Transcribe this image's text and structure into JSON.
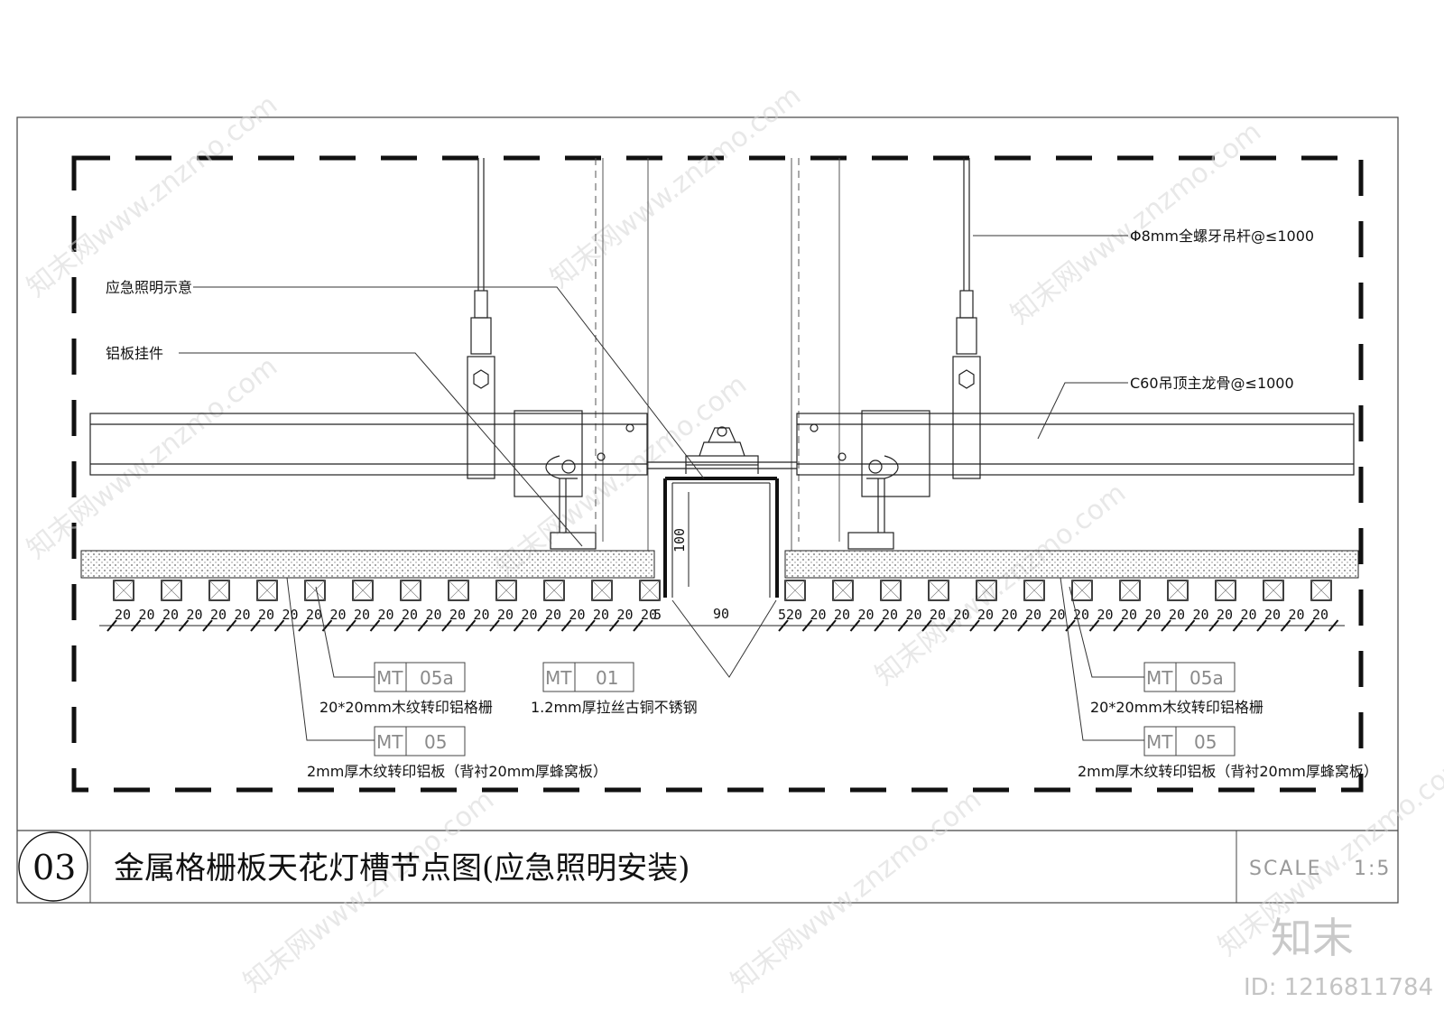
{
  "title_block": {
    "number": "03",
    "title": "金属格栅板天花灯槽节点图(应急照明安装)",
    "scale_label": "SCALE",
    "scale_value": "1:5"
  },
  "annotations": {
    "emergency_light": "应急照明示意",
    "panel_hanger": "铝板挂件",
    "threaded_rod": "Φ8mm全螺牙吊杆@≤1000",
    "main_keel": "C60吊顶主龙骨@≤1000",
    "grille_left": "20*20mm木纹转印铝格栅",
    "grille_right": "20*20mm木纹转印铝格栅",
    "stainless": "1.2mm厚拉丝古铜不锈钢",
    "panel_left": "2mm厚木纹转印铝板（背衬20mm厚蜂窝板）",
    "panel_right": "2mm厚木纹转印铝板（背衬20mm厚蜂窝板）"
  },
  "material_tags": {
    "mt05a_left": {
      "code": "MT",
      "num": "05a"
    },
    "mt05_left": {
      "code": "MT",
      "num": "05"
    },
    "mt01": {
      "code": "MT",
      "num": "01"
    },
    "mt05a_right": {
      "code": "MT",
      "num": "05a"
    },
    "mt05_right": {
      "code": "MT",
      "num": "05"
    }
  },
  "dimensions": {
    "slot_height": "100",
    "slot_width": "90",
    "edge_left": "5",
    "edge_right": "5",
    "grille_pitch": "20"
  },
  "watermark": {
    "text": "知末网www.znzmo.com",
    "brand": "知末",
    "id": "ID: 1216811784"
  }
}
